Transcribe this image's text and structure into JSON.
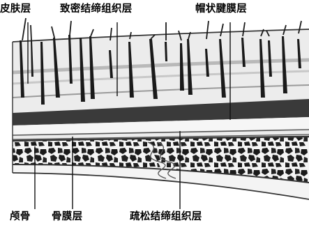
{
  "labels": {
    "skin": "皮肤层",
    "dense_connective": "致密结缔组织层",
    "galea": "帽状腱膜层",
    "skull": "颅骨",
    "periosteum": "骨膜层",
    "loose_connective": "疏松结缔组织层"
  }
}
